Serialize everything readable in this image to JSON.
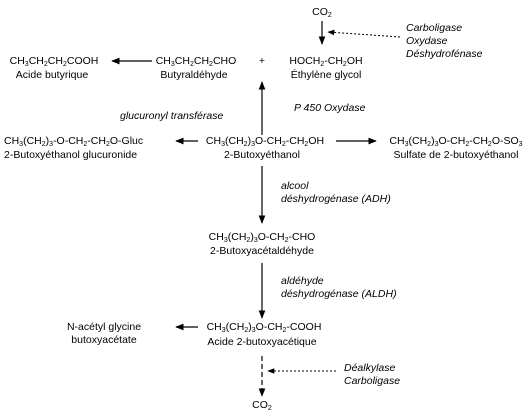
{
  "co2_top": {
    "formula": [
      "CO",
      "2"
    ]
  },
  "enzymes_top": [
    "Carboligase",
    "Oxydase",
    "Déshydrofénase"
  ],
  "butyric": {
    "formula": [
      "CH",
      "3",
      "CH",
      "2",
      "CH",
      "2",
      "COOH"
    ],
    "name": "Acide butyrique"
  },
  "butyraldehyde": {
    "formula": [
      "CH",
      "3",
      "CH",
      "2",
      "CH",
      "2",
      "CHO"
    ],
    "name": "Butyraldéhyde"
  },
  "plus": "+",
  "ethylene_glycol": {
    "formula": [
      "HOCH",
      "2",
      "-CH",
      "2",
      "OH"
    ],
    "name": "Éthylène glycol"
  },
  "glucuronyl": "glucuronyl transférase",
  "p450": "P 450 Oxydase",
  "glucuronide": {
    "formula": [
      "CH",
      "3",
      "(CH",
      "2",
      ")",
      "3",
      "-O-CH",
      "2",
      "-CH",
      "2",
      "O-Gluc"
    ],
    "name": "2-Butoxyéthanol glucuronide"
  },
  "butoxyethanol": {
    "formula": [
      "CH",
      "3",
      "(CH",
      "2",
      ")",
      "3",
      "O-CH",
      "2",
      "-CH",
      "2",
      "OH"
    ],
    "name": "2-Butoxyéthanol"
  },
  "sulfate": {
    "formula": [
      "CH",
      "3",
      "(CH",
      "2",
      ")",
      "3",
      "O-CH",
      "2",
      "-CH",
      "2",
      "O-SO",
      "3"
    ],
    "name": "Sulfate de 2-butoxyéthanol"
  },
  "adh": [
    "alcool",
    "déshydrogénase (ADH)"
  ],
  "butoxyacetaldehyde": {
    "formula": [
      "CH",
      "3",
      "(CH",
      "2",
      ")",
      "3",
      "O-CH",
      "2",
      "-CHO"
    ],
    "name": "2-Butoxyacétaldéhyde"
  },
  "aldh": [
    "aldéhyde",
    "déshydrogénase (ALDH)"
  ],
  "glycine": [
    "N-acétyl glycine",
    "butoxyacétate"
  ],
  "butoxyacetic": {
    "formula": [
      "CH",
      "3",
      "(CH",
      "2",
      ")",
      "3",
      "O-CH",
      "2",
      "-COOH"
    ],
    "name": "Acide 2-butoxyacétique"
  },
  "enzymes_bottom": [
    "Déalkylase",
    "Carboligase"
  ],
  "co2_bottom": {
    "formula": [
      "CO",
      "2"
    ]
  }
}
